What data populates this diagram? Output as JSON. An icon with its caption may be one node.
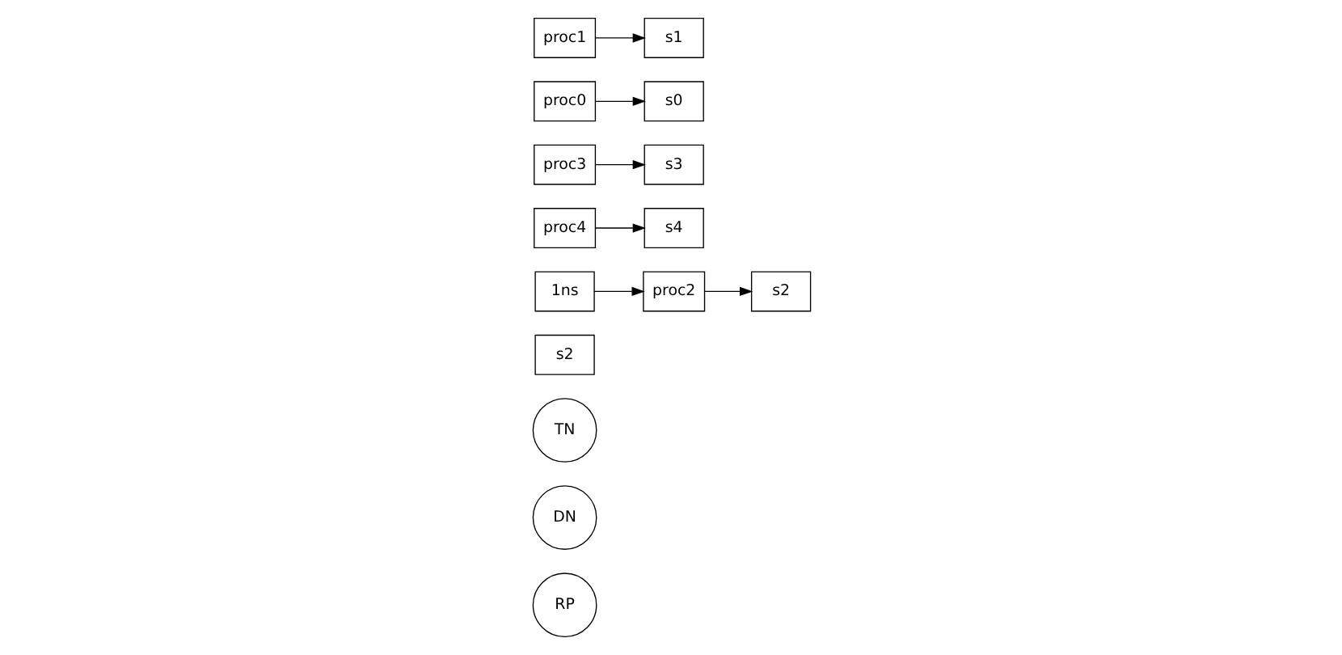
{
  "diagram": {
    "nodes": [
      {
        "text": [
          "RP"
        ]
      },
      {
        "text": [
          "DN"
        ]
      },
      {
        "text": [
          "TN"
        ]
      },
      {
        "text": [
          "s2"
        ]
      },
      {
        "text": [
          "1ns"
        ]
      },
      {
        "text": [
          "proc4"
        ]
      },
      {
        "text": [
          "s4"
        ]
      },
      {
        "text": [
          "proc2"
        ]
      },
      {
        "text": [
          "s2"
        ]
      },
      {
        "text": [
          "proc3"
        ]
      },
      {
        "text": [
          "s3"
        ]
      },
      {
        "text": [
          "proc0"
        ]
      },
      {
        "text": [
          "s0"
        ]
      },
      {
        "text": [
          "proc1"
        ]
      },
      {
        "text": [
          "s1"
        ]
      }
    ],
    "edges": [
      {
        "from": 4,
        "to": 7,
        "arrow": "to"
      },
      {
        "from": 5,
        "to": 6,
        "arrow": "to"
      },
      {
        "from": 7,
        "to": 8,
        "arrow": "to"
      },
      {
        "from": 9,
        "to": 10,
        "arrow": "to"
      },
      {
        "from": 11,
        "to": 12,
        "arrow": "to"
      },
      {
        "from": 13,
        "to": 14,
        "arrow": "to"
      }
    ]
  }
}
